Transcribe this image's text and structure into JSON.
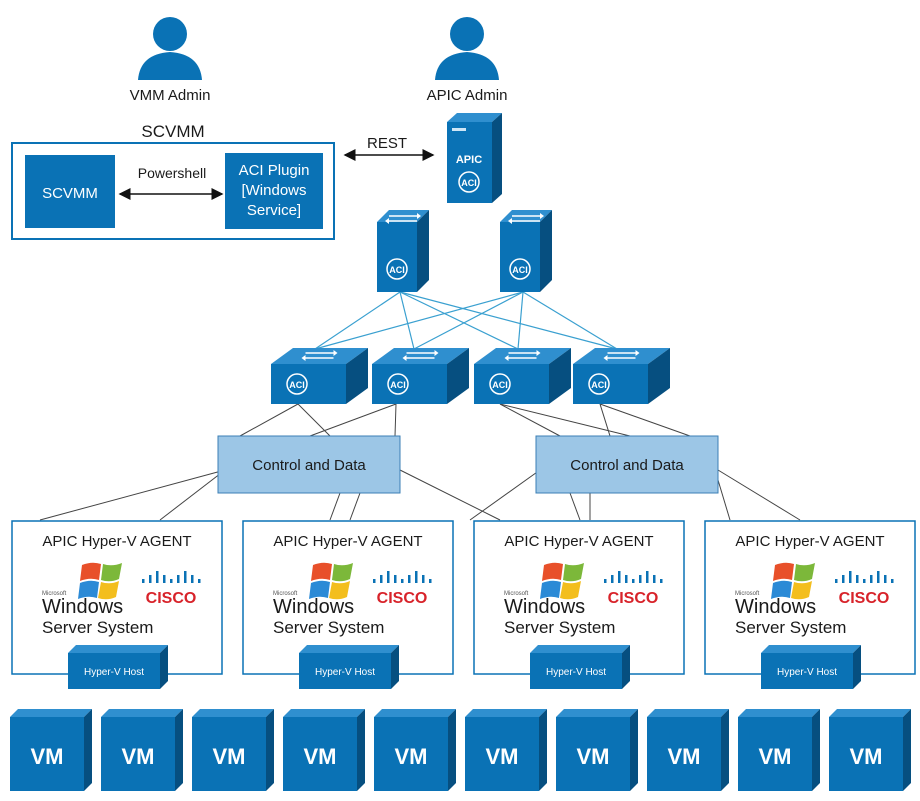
{
  "admins": {
    "vmm_admin": "VMM Admin",
    "apic_admin": "APIC Admin"
  },
  "scvmm_group": {
    "title": "SCVMM",
    "scvmm_box": "SCVMM",
    "powershell": "Powershell",
    "plugin_lines": [
      "ACI Plugin",
      "[Windows",
      "Service]"
    ]
  },
  "rest_label": "REST",
  "apic_server_label": "APIC",
  "aci_label": "ACI",
  "control_data": [
    "Control and Data",
    "Control and Data"
  ],
  "hosts": [
    {
      "agent": "APIC Hyper-V AGENT",
      "win_small": "Microsoft",
      "win_line1": "Windows",
      "win_line2": "Server System",
      "cisco": "CISCO",
      "hyperv": "Hyper-V Host"
    },
    {
      "agent": "APIC Hyper-V AGENT",
      "win_small": "Microsoft",
      "win_line1": "Windows",
      "win_line2": "Server System",
      "cisco": "CISCO",
      "hyperv": "Hyper-V Host"
    },
    {
      "agent": "APIC Hyper-V AGENT",
      "win_small": "Microsoft",
      "win_line1": "Windows",
      "win_line2": "Server System",
      "cisco": "CISCO",
      "hyperv": "Hyper-V Host"
    },
    {
      "agent": "APIC Hyper-V AGENT",
      "win_small": "Microsoft",
      "win_line1": "Windows",
      "win_line2": "Server System",
      "cisco": "CISCO",
      "hyperv": "Hyper-V Host"
    }
  ],
  "vms": [
    "VM",
    "VM",
    "VM",
    "VM",
    "VM",
    "VM",
    "VM",
    "VM",
    "VM",
    "VM"
  ],
  "colors": {
    "cisco_blue": "#0a72b5",
    "dark_blue": "#06578c",
    "light_box": "#9cc6e6",
    "line_blue": "#3aa0d0",
    "cisco_red": "#d8232a"
  }
}
